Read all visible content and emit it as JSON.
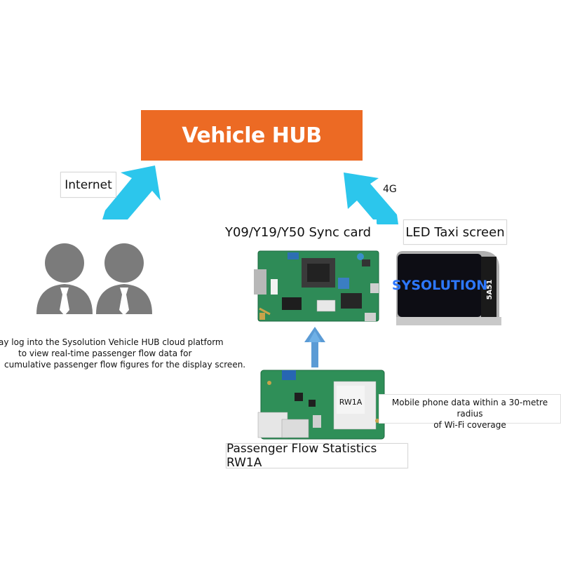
{
  "hub": {
    "title": "Vehicle HUB",
    "color": "#ec6a24"
  },
  "connections": {
    "internet": "Internet",
    "lte": "4G"
  },
  "devices": {
    "sync_card": {
      "label": "Y09/Y19/Y50 Sync card"
    },
    "taxi_screen": {
      "label": "LED Taxi screen",
      "screen_text": "SYSOLUTION",
      "side_text": "5A51"
    },
    "rw1a": {
      "label": "Passenger Flow Statistics RW1A",
      "chip_text": "RW1A"
    }
  },
  "users": {
    "description_lines": [
      "ay log into the Sysolution  Vehicle HUB cloud platform",
      "to view real-time passenger flow data for",
      "cumulative passenger flow figures for the display screen."
    ]
  },
  "wifi": {
    "lines": [
      "Mobile phone data within a 30-metre radius",
      "of Wi-Fi coverage"
    ]
  },
  "colors": {
    "arrow_cyan": "#2cc6ec",
    "arrow_blue": "#5b9bd5",
    "user_gray": "#7b7b7b",
    "pcb_green": "#2e8b57"
  }
}
